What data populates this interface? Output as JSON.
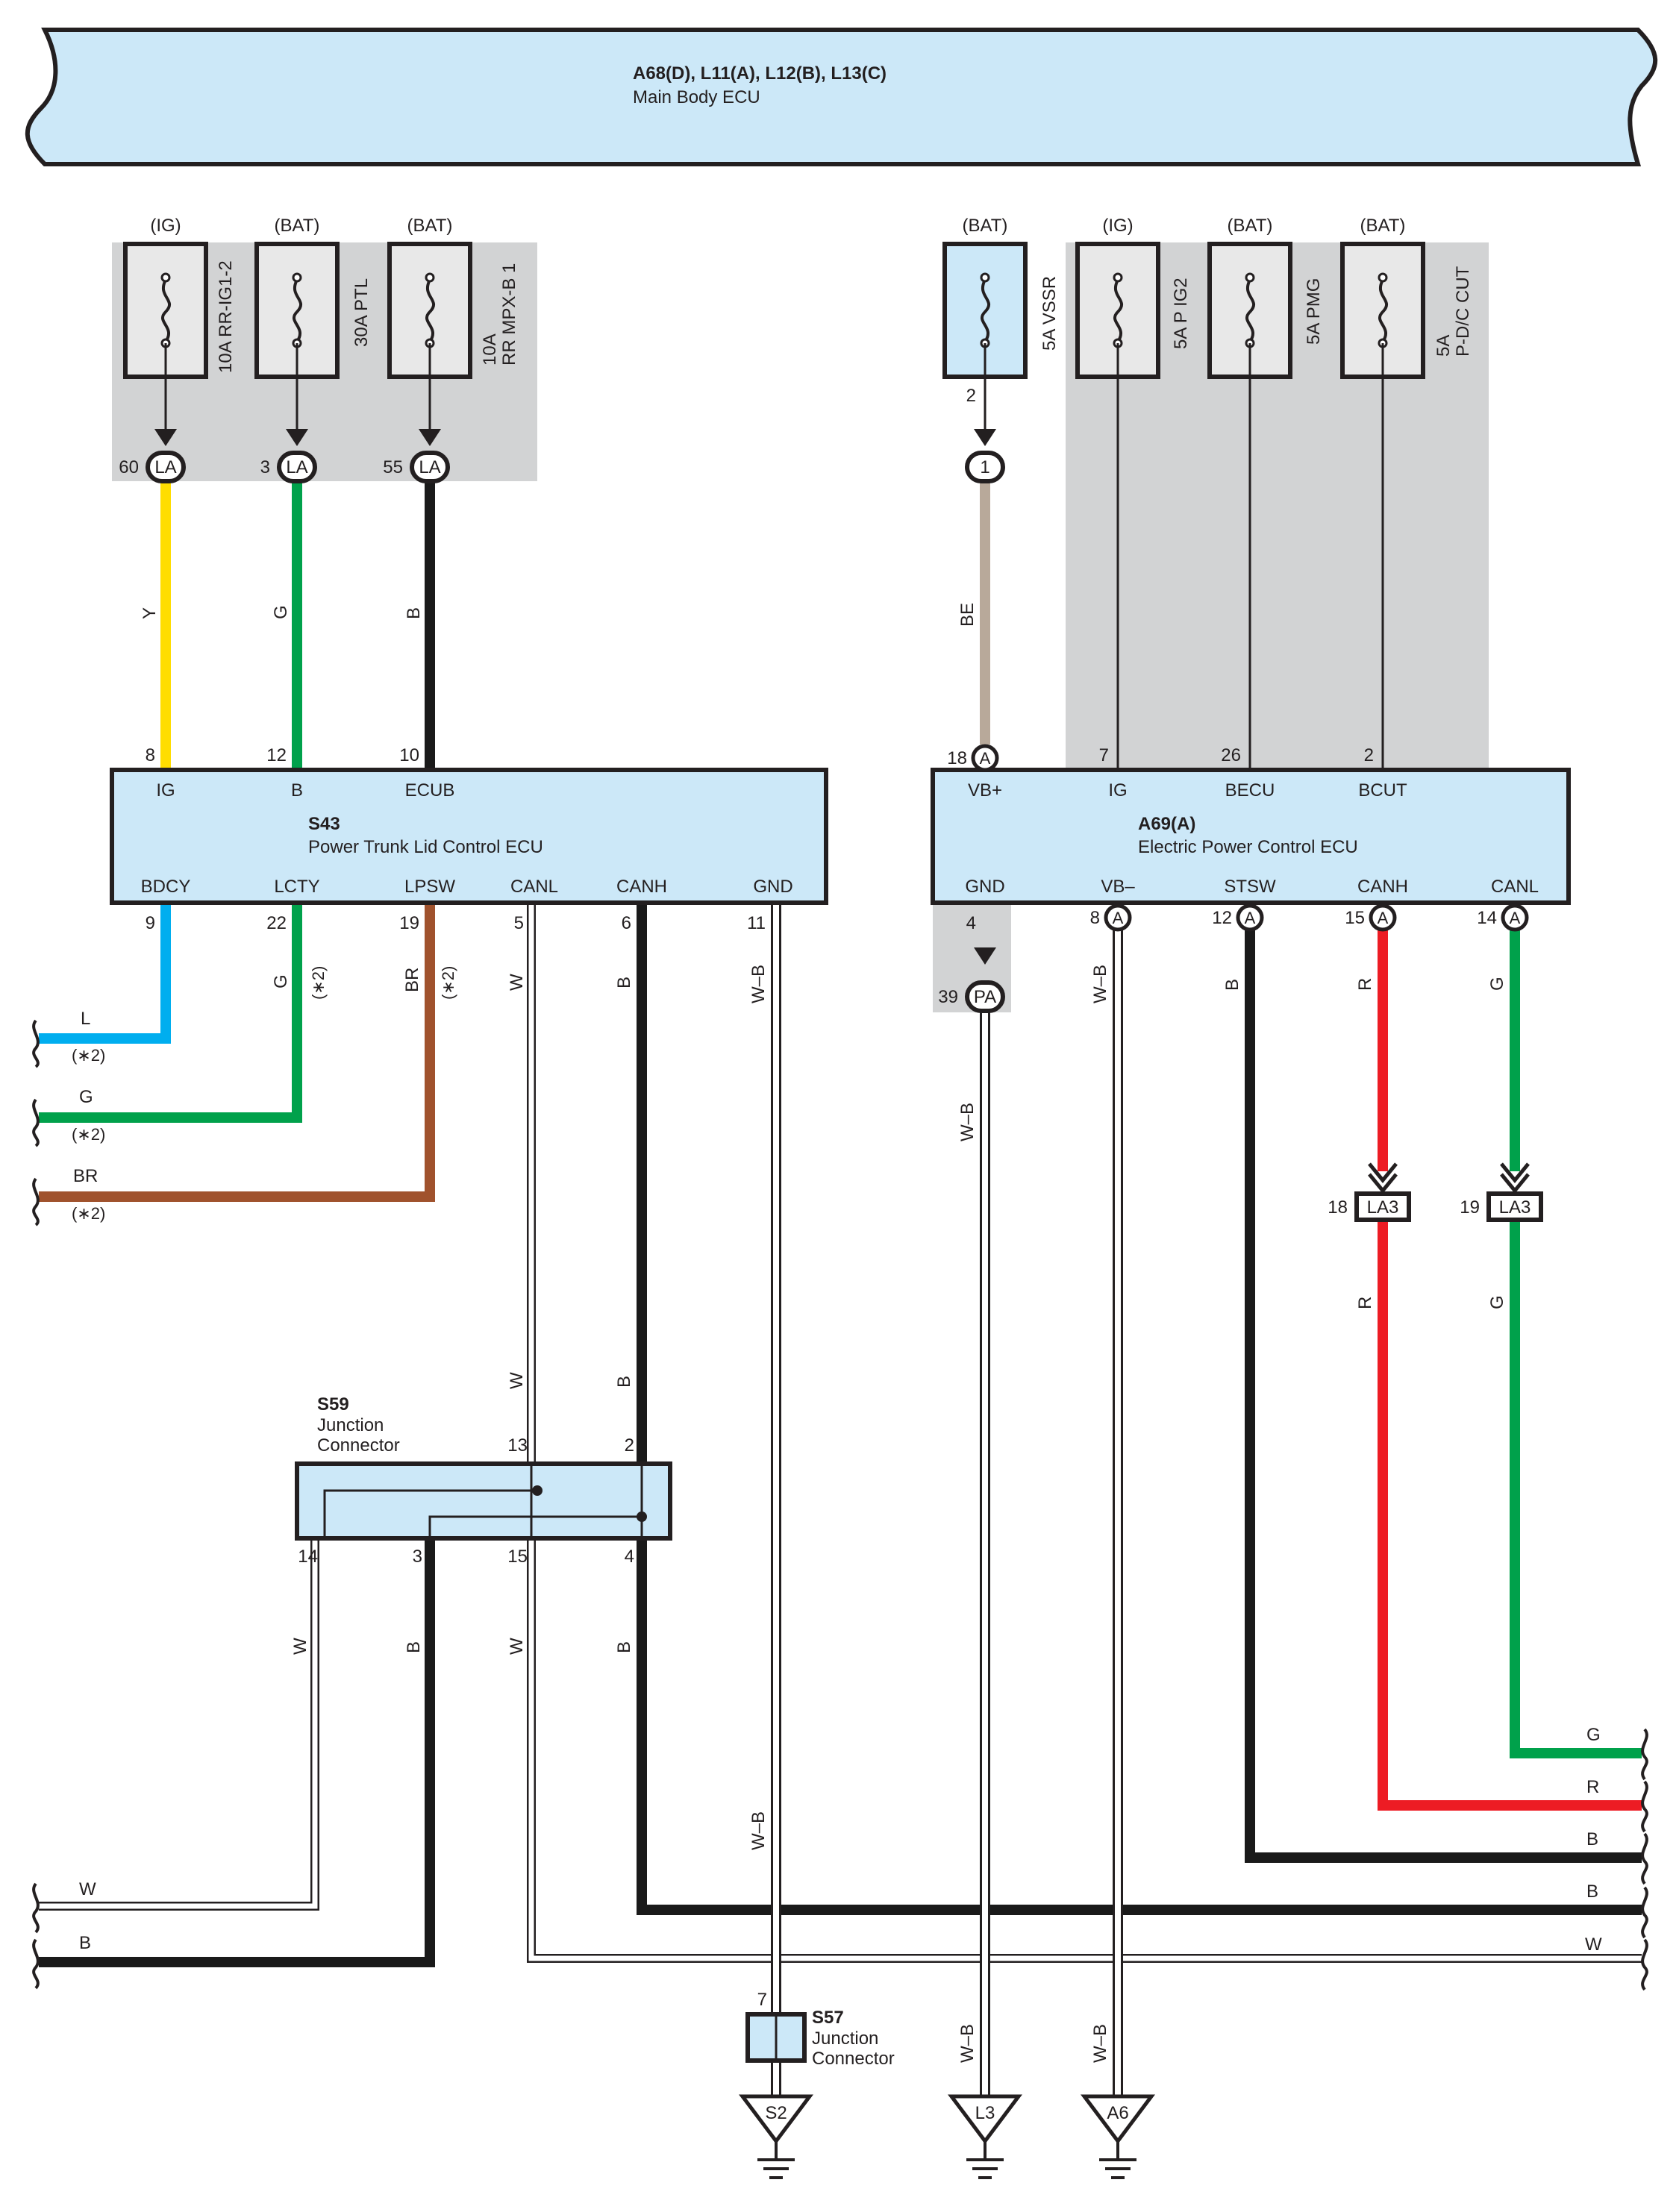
{
  "colors": {
    "component_fill": "#cce8f8",
    "shade": "#d2d3d4",
    "Y": "#ffdd00",
    "G": "#00a14b",
    "B": "#1a1a1a",
    "L": "#00aeef",
    "BR": "#a0522d",
    "BE": "#b8a99a",
    "R": "#ed1c24",
    "W": "#ffffff"
  },
  "main_ecu": {
    "code": "A68(D), L11(A), L12(B), L13(C)",
    "name": "Main Body ECU"
  },
  "fuses": [
    {
      "supply": "(IG)",
      "name": "10A RR-IG1-2",
      "name2": ""
    },
    {
      "supply": "(BAT)",
      "name": "30A PTL",
      "name2": ""
    },
    {
      "supply": "(BAT)",
      "name": "10A",
      "name2": "RR MPX-B 1"
    },
    {
      "supply": "(BAT)",
      "name": "5A VSSR",
      "name2": ""
    },
    {
      "supply": "(IG)",
      "name": "5A P IG2",
      "name2": ""
    },
    {
      "supply": "(BAT)",
      "name": "5A PMG",
      "name2": ""
    },
    {
      "supply": "(BAT)",
      "name": "5A",
      "name2": "P-D/C CUT"
    }
  ],
  "connectors": {
    "la1": {
      "label": "LA",
      "pin": "60"
    },
    "la2": {
      "label": "LA",
      "pin": "3"
    },
    "la3": {
      "label": "LA",
      "pin": "55"
    },
    "c1": {
      "label": "1",
      "pin": "2"
    },
    "pa": {
      "label": "PA",
      "pin": "39",
      "top_pin": "4"
    },
    "la3a": {
      "label": "LA3",
      "pin": "18"
    },
    "la3b": {
      "label": "LA3",
      "pin": "19"
    },
    "a_label": "A"
  },
  "s43": {
    "code": "S43",
    "name": "Power Trunk Lid Control ECU",
    "top_pins": [
      {
        "name": "IG",
        "num": "8"
      },
      {
        "name": "B",
        "num": "12"
      },
      {
        "name": "ECUB",
        "num": "10"
      }
    ],
    "bottom_pins": [
      {
        "name": "BDCY",
        "num": "9"
      },
      {
        "name": "LCTY",
        "num": "22"
      },
      {
        "name": "LPSW",
        "num": "19"
      },
      {
        "name": "CANL",
        "num": "5"
      },
      {
        "name": "CANH",
        "num": "6"
      },
      {
        "name": "GND",
        "num": "11"
      }
    ]
  },
  "a69": {
    "code": "A69(A)",
    "name": "Electric Power Control ECU",
    "top_pins": [
      {
        "name": "VB+",
        "num": "18"
      },
      {
        "name": "IG",
        "num": "7"
      },
      {
        "name": "BECU",
        "num": "26"
      },
      {
        "name": "BCUT",
        "num": "2"
      }
    ],
    "bottom_pins": [
      {
        "name": "GND",
        "num": "4"
      },
      {
        "name": "VB–",
        "num": "8"
      },
      {
        "name": "STSW",
        "num": "12"
      },
      {
        "name": "CANH",
        "num": "15"
      },
      {
        "name": "CANL",
        "num": "14"
      }
    ]
  },
  "s59": {
    "code": "S59",
    "name1": "Junction",
    "name2": "Connector",
    "pins": [
      "13",
      "2",
      "14",
      "3",
      "15",
      "4"
    ]
  },
  "s57": {
    "code": "S57",
    "name1": "Junction",
    "name2": "Connector",
    "pin": "7"
  },
  "grounds": [
    "S2",
    "L3",
    "A6"
  ],
  "wire_labels": {
    "y": "Y",
    "g": "G",
    "b": "B",
    "be": "BE",
    "w": "W",
    "wb": "W–B",
    "l": "L",
    "br": "BR",
    "r": "R",
    "note": "(∗2)"
  }
}
